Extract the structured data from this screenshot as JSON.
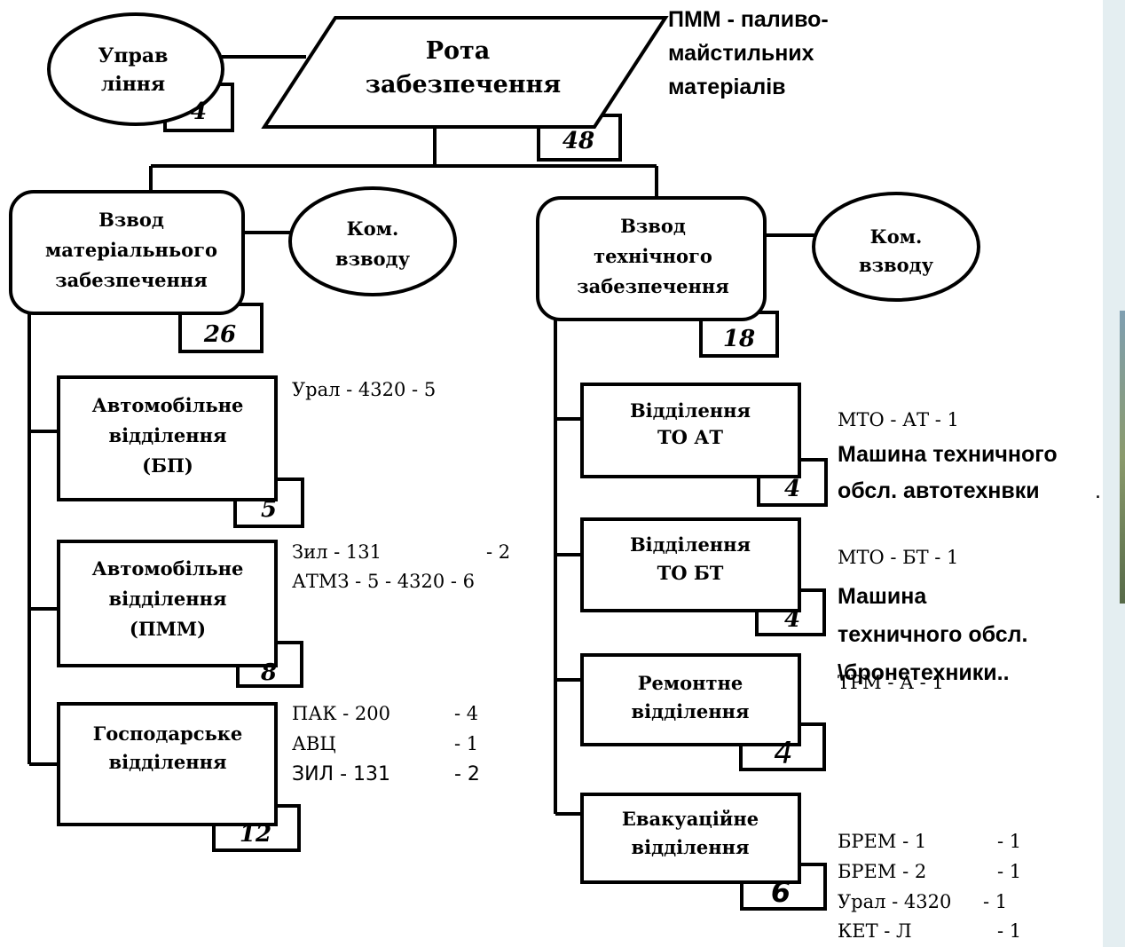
{
  "root": {
    "label_lines": [
      "Рота",
      "забезпечення"
    ],
    "count": "48"
  },
  "management": {
    "label_lines": [
      "Управ",
      "ління"
    ],
    "count": "4"
  },
  "note_pmm": {
    "lines": [
      "ПММ - паливо-",
      "майстильних",
      "матеріалів"
    ]
  },
  "platoons": [
    {
      "label_lines": [
        "Взвод",
        "матеріальнього",
        "забезпечення"
      ],
      "count": "26",
      "commander_lines": [
        "Ком.",
        "взводу"
      ],
      "units": [
        {
          "label_lines": [
            "Автомобільне",
            "відділення",
            "(БП)"
          ],
          "count": "5",
          "equipment": [
            "Урал - 4320  - 5"
          ]
        },
        {
          "label_lines": [
            "Автомобільне",
            "відділення",
            "(ПММ)"
          ],
          "count": "8",
          "equipment": [
            "Зил - 131",
            "- 2",
            "АТМЗ - 5 - 4320 - 6"
          ]
        },
        {
          "label_lines": [
            "Господарське",
            "відділення"
          ],
          "count": "12",
          "equipment": [
            "ПАК - 200",
            "- 4",
            "АВЦ",
            "- 1",
            "ЗИЛ - 131",
            "- 2"
          ]
        }
      ]
    },
    {
      "label_lines": [
        "Взвод",
        "технічного",
        "забезпечення"
      ],
      "count": "18",
      "commander_lines": [
        "Ком.",
        "взводу"
      ],
      "units": [
        {
          "label_lines": [
            "Відділення",
            "ТО АТ"
          ],
          "count": "4",
          "equipment": [
            "МТО - АТ  - 1"
          ],
          "note_lines": [
            "Машина техничного",
            "обсл. автотехнвки",
            "."
          ]
        },
        {
          "label_lines": [
            "Відділення",
            "ТО БТ"
          ],
          "count": "4",
          "equipment": [
            "МТО - БТ  - 1"
          ],
          "note_lines": [
            "Машина",
            "техничного обсл.",
            "\\бронетехники.."
          ]
        },
        {
          "label_lines": [
            "Ремонтне",
            "відділення"
          ],
          "count": "4",
          "equipment": [
            "ТРМ - А    - 1"
          ]
        },
        {
          "label_lines": [
            "Евакуаційне",
            "відділення"
          ],
          "count": "6",
          "equipment": [
            "БРЕМ - 1",
            "- 1",
            "БРЕМ - 2",
            "- 1",
            "Урал - 4320",
            "- 1",
            "КЕТ - Л",
            "- 1"
          ]
        }
      ]
    }
  ]
}
